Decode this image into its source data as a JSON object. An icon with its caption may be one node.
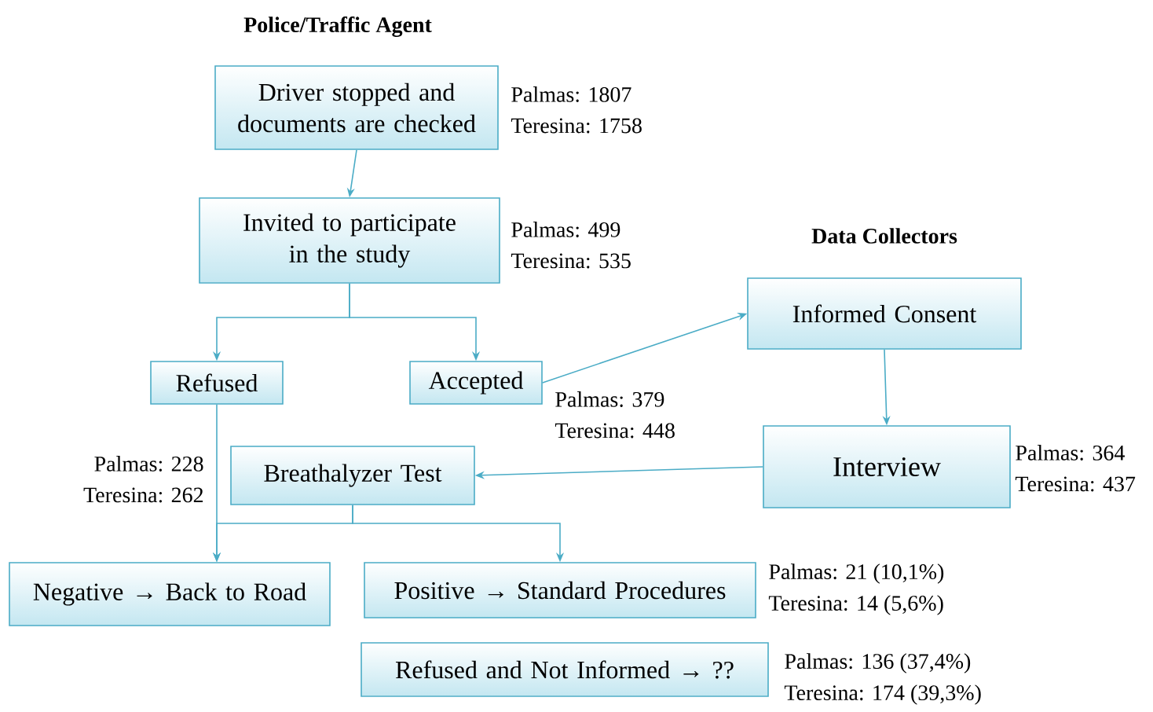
{
  "diagram": {
    "nodes": [
      {
        "text": [
          "Driver stopped and documents are checked"
        ],
        "beside": [
          "Palmas: 1807",
          "Teresina: 1758"
        ]
      },
      {
        "text": [
          "Invited to participate in the study"
        ],
        "beside": [
          "Palmas: 499",
          "Teresina: 535"
        ]
      },
      {
        "text": [
          "Refused"
        ],
        "beside": [
          "Palmas: 228",
          "Teresina: 262"
        ]
      },
      {
        "text": [
          "Accepted"
        ],
        "beside": [
          "Palmas: 379",
          "Teresina: 448"
        ]
      },
      {
        "text": [
          "Informed Consent"
        ]
      },
      {
        "text": [
          "Interview"
        ],
        "beside": [
          "Palmas: 364",
          "Teresina: 437"
        ]
      },
      {
        "text": [
          "Breathalyzer Test"
        ]
      },
      {
        "text": [
          "Negative → Back to Road"
        ]
      },
      {
        "text": [
          "Positive → Standard Procedures"
        ],
        "beside": [
          "Palmas: 21 (10,1%)",
          "Teresina: 14 (5,6%)"
        ]
      },
      {
        "text": [
          "Refused and Not Informed → ??"
        ],
        "beside": [
          "Palmas: 136 (37,4%)",
          "Teresina: 174 (39,3%)"
        ]
      }
    ],
    "edges": [
      {
        "from": 0,
        "to": 1,
        "arrow": "to"
      },
      {
        "from": 1,
        "to": 2,
        "arrow": "to"
      },
      {
        "from": 1,
        "to": 3,
        "arrow": "to"
      },
      {
        "from": 3,
        "to": 4,
        "arrow": "to"
      },
      {
        "from": 4,
        "to": 5,
        "arrow": "to"
      },
      {
        "from": 5,
        "to": 6,
        "arrow": "to"
      },
      {
        "from": 2,
        "to": 7,
        "arrow": "to"
      },
      {
        "from": 6,
        "to": 7,
        "arrow": "to"
      },
      {
        "from": 6,
        "to": 8,
        "arrow": "to"
      }
    ],
    "labels": [
      "Police/Traffic Agent",
      "Data Collectors"
    ]
  }
}
